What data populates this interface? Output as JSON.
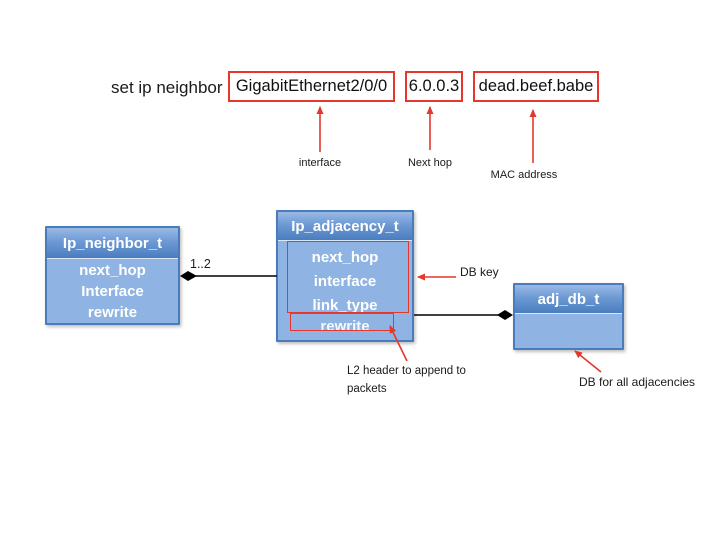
{
  "command": {
    "prefix": "set ip neighbor",
    "args": [
      {
        "value": "GigabitEthernet2/0/0",
        "label": "interface"
      },
      {
        "value": "6.0.0.3",
        "label": "Next hop"
      },
      {
        "value": "dead.beef.babe",
        "label": "MAC address"
      }
    ]
  },
  "diagram": {
    "multiplicity": "1..2",
    "ip_neighbor_t": {
      "title": "Ip_neighbor_t",
      "fields": [
        "next_hop",
        "Interface",
        "rewrite"
      ]
    },
    "ip_adjacency_t": {
      "title": "Ip_adjacency_t",
      "key_fields": [
        "next_hop",
        "interface",
        "link_type"
      ],
      "rewrite_field": "rewrite"
    },
    "adj_db_t": {
      "title": "adj_db_t"
    },
    "annotations": {
      "db_key": "DB key",
      "l2_header": "L2 header to append to packets",
      "db_for_all": "DB for all adjacencies"
    }
  },
  "colors": {
    "accent_red": "#e5372b",
    "box_header_top": "#9ab9e5",
    "box_header_bottom": "#4a7cbe",
    "box_body": "#8fb3e2",
    "box_border": "#4a7cbb",
    "connector": "#000000",
    "text_on_box": "#ffffff"
  }
}
